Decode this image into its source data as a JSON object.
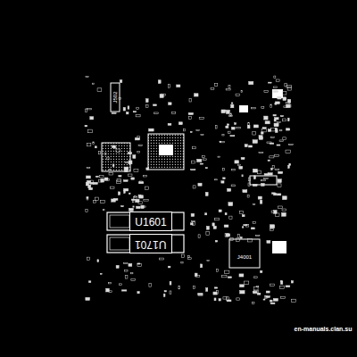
{
  "diagram": {
    "nodes": [
      {
        "text": [
          "U1601"
        ]
      },
      {
        "text": [
          "U1701"
        ]
      },
      {
        "text": [
          "J4001"
        ]
      }
    ],
    "labels": [
      "J502",
      "en-manuals.clan.su"
    ]
  }
}
